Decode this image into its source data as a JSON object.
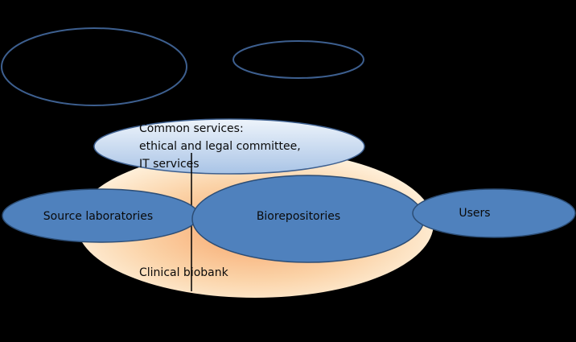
{
  "diagram": {
    "common_services": {
      "line1": "Common services:",
      "line2": "ethical and legal committee,",
      "line3": "IT services"
    },
    "source_laboratories": "Source laboratories",
    "biorepositories": "Biorepositories",
    "users": "Users",
    "clinical_biobank": "Clinical biobank"
  },
  "colors": {
    "background": "#000000",
    "node_fill": "#4f81bd",
    "node_stroke": "#2c4d75",
    "common_services_fill_top": "#eef4fb",
    "common_services_fill_bottom": "#a9c4e6",
    "biobank_fill_center": "#f7a56a",
    "biobank_fill_edge": "#fff8e8"
  }
}
